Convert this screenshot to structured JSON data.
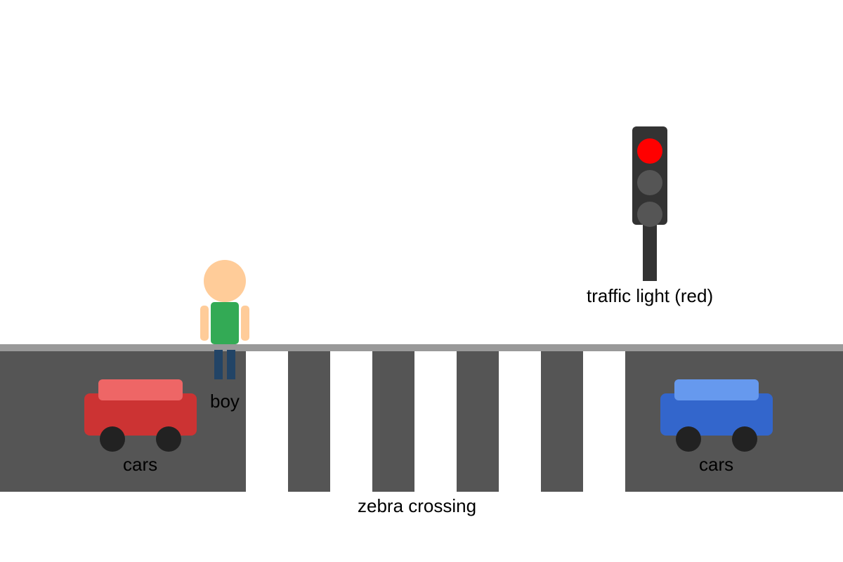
{
  "labels": {
    "traffic_light": "traffic light (red)",
    "boy": "boy",
    "cars_left": "cars",
    "cars_right": "cars",
    "zebra_crossing": "zebra crossing"
  },
  "colors": {
    "background": "#ffffff",
    "road": "#555555",
    "curb": "#999999",
    "stripe": "#ffffff",
    "traffic_light_body": "#333333",
    "light_red": "#ff0000",
    "light_off": "#555555",
    "boy_skin": "#ffcc99",
    "boy_shirt": "#33aa55",
    "boy_pants": "#224466",
    "car_left_body": "#cc3333",
    "car_left_top": "#ee6666",
    "car_right_body": "#3366cc",
    "car_right_top": "#6699ee",
    "wheel": "#222222"
  },
  "traffic_light": {
    "active": "red"
  }
}
